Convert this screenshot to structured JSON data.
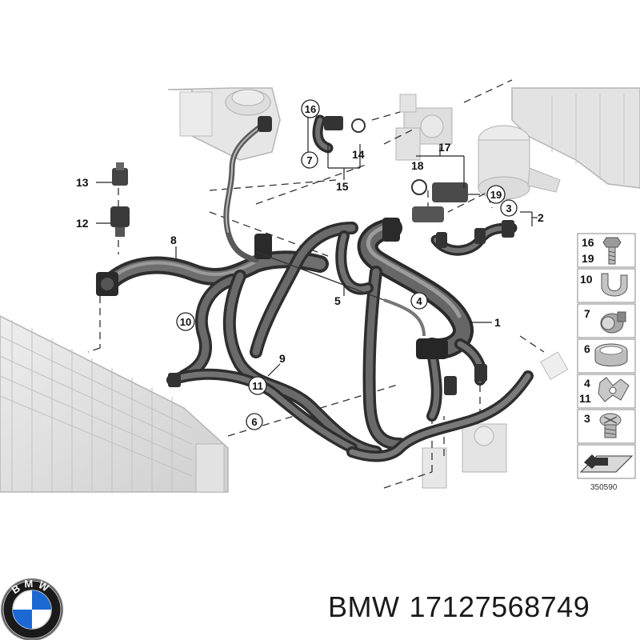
{
  "diagram": {
    "callouts_plain": [
      {
        "id": "c1",
        "text": "1"
      },
      {
        "id": "c2",
        "text": "2"
      },
      {
        "id": "c5",
        "text": "5"
      },
      {
        "id": "c8",
        "text": "8"
      },
      {
        "id": "c9",
        "text": "9"
      },
      {
        "id": "c12",
        "text": "12"
      },
      {
        "id": "c13",
        "text": "13"
      },
      {
        "id": "c14",
        "text": "14"
      },
      {
        "id": "c15",
        "text": "15"
      },
      {
        "id": "c17",
        "text": "17"
      },
      {
        "id": "c18",
        "text": "18"
      }
    ],
    "callouts_circled": [
      {
        "id": "cc3",
        "text": "3"
      },
      {
        "id": "cc4",
        "text": "4"
      },
      {
        "id": "cc6",
        "text": "6"
      },
      {
        "id": "cc7",
        "text": "7"
      },
      {
        "id": "cc10",
        "text": "10"
      },
      {
        "id": "cc11",
        "text": "11"
      },
      {
        "id": "cc16",
        "text": "16"
      },
      {
        "id": "cc19",
        "text": "19"
      }
    ],
    "legend": [
      {
        "labels": [
          "16",
          "19"
        ],
        "icon": "bolt-icon"
      },
      {
        "labels": [
          "10"
        ],
        "icon": "bracket-clip-icon"
      },
      {
        "labels": [
          "7"
        ],
        "icon": "hose-clamp-icon"
      },
      {
        "labels": [
          "6"
        ],
        "icon": "band-clamp-icon"
      },
      {
        "labels": [
          "4",
          "11"
        ],
        "icon": "holder-clip-icon"
      },
      {
        "labels": [
          "3"
        ],
        "icon": "bleed-screw-icon"
      },
      {
        "labels": [],
        "icon": "hardware-set-icon"
      }
    ],
    "reference_number": "350590"
  },
  "brand": {
    "name": "BMW",
    "part_number": "17127568749",
    "logo_letters": "BMW"
  },
  "colors": {
    "hose": "#4a4a4a",
    "hose_highlight": "#7a7a7a",
    "faded_part": "#d8d8d8",
    "faded_outline": "#b5b5b5",
    "bmw_blue": "#1c69d4",
    "ring_black": "#111111"
  }
}
